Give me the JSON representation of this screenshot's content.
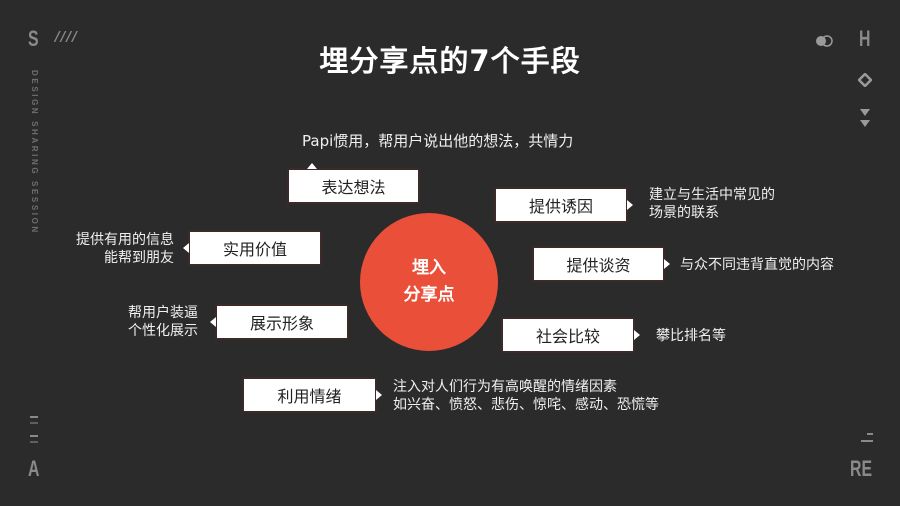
{
  "title": "埋分享点的7个手段",
  "center": {
    "line1": "埋入",
    "line2": "分享点",
    "color": "#ea4f3a"
  },
  "decor": {
    "top_left_letter": "S",
    "top_left_slashes": "////",
    "vertical_text": "DESIGN SHARING SESSION",
    "top_right_letter": "H",
    "bottom_left_letter": "A",
    "bottom_right_letters": "RE",
    "icons": [
      "toggle-circles-icon",
      "diamond-icon",
      "double-triangle-down-icon"
    ]
  },
  "items": [
    {
      "label": "表达想法",
      "desc": [
        "Papi惯用，帮用户说出他的想法，共情力"
      ]
    },
    {
      "label": "提供诱因",
      "desc": [
        "建立与生活中常见的",
        "场景的联系"
      ]
    },
    {
      "label": "实用价值",
      "desc": [
        "提供有用的信息",
        "能帮到朋友"
      ]
    },
    {
      "label": "提供谈资",
      "desc": [
        "与众不同违背直觉的内容"
      ]
    },
    {
      "label": "展示形象",
      "desc": [
        "帮用户装逼",
        "个性化展示"
      ]
    },
    {
      "label": "社会比较",
      "desc": [
        "攀比排名等"
      ]
    },
    {
      "label": "利用情绪",
      "desc": [
        "注入对人们行为有高唤醒的情绪因素",
        "如兴奋、愤怒、悲伤、惊咤、感动、恐慌等"
      ]
    }
  ]
}
